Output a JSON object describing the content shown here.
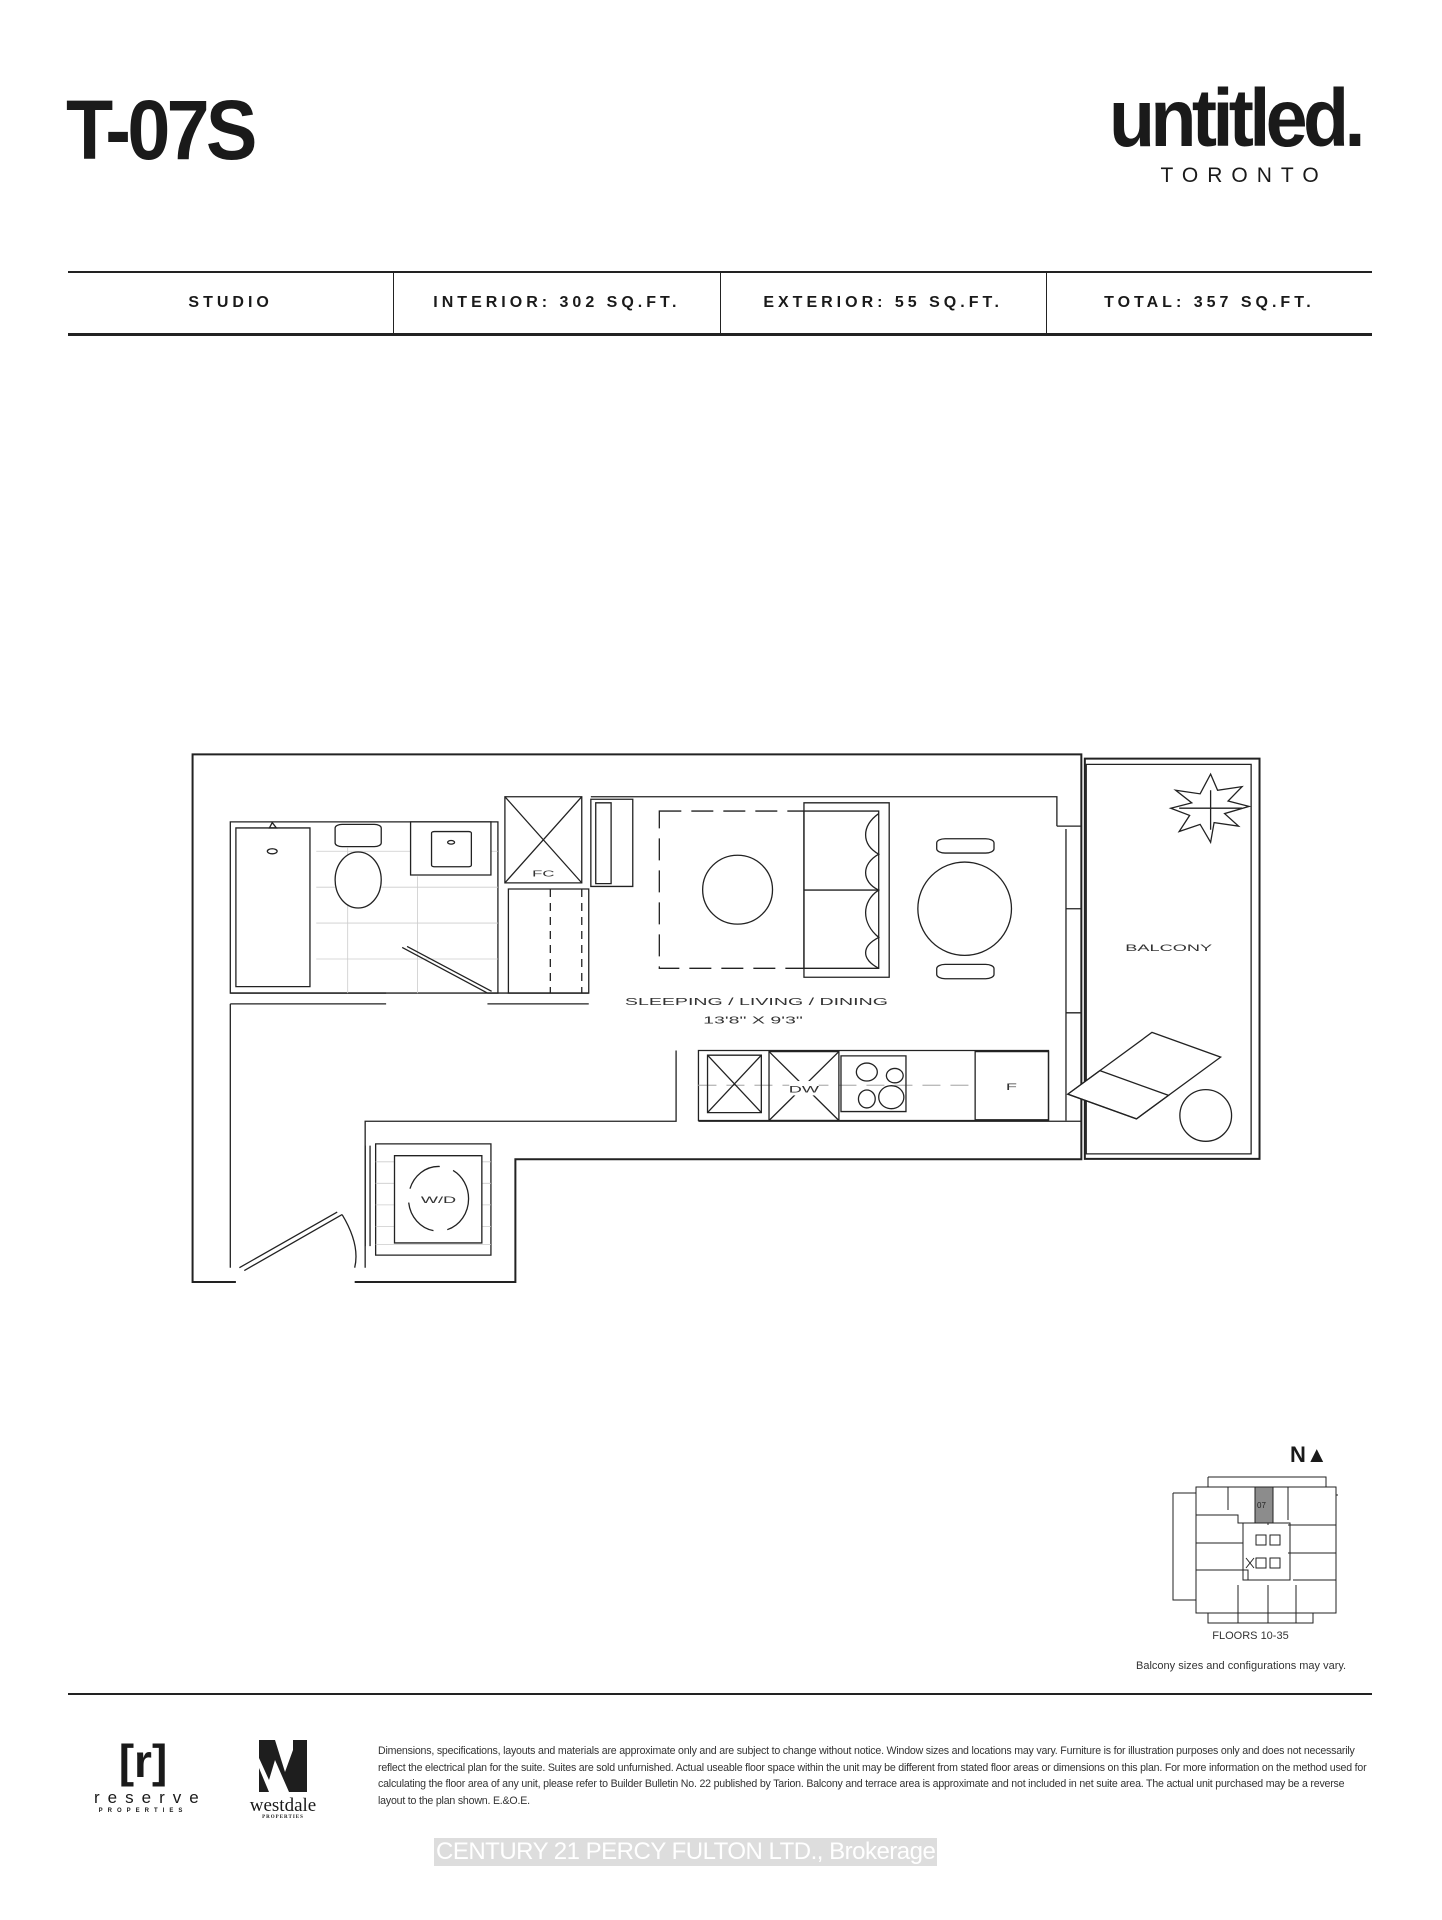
{
  "header": {
    "unit_title": "T-07S",
    "brand_name": "untitled.",
    "brand_city": "TORONTO"
  },
  "specs": [
    {
      "label": "STUDIO"
    },
    {
      "label": "INTERIOR: 302 SQ.FT."
    },
    {
      "label": "EXTERIOR: 55 SQ.FT."
    },
    {
      "label": "TOTAL: 357 SQ.FT."
    }
  ],
  "floorplan": {
    "room_name": "SLEEPING / LIVING / DINING",
    "room_dimensions": "13'8\" X 9'3\"",
    "balcony_label": "BALCONY",
    "closet_label": "FC",
    "dishwasher_label": "DW",
    "fridge_label": "F",
    "laundry_label": "W/D"
  },
  "keyplan": {
    "north_label": "N▲",
    "unit_number": "07",
    "floors_label": "FLOORS 10-35",
    "balcony_note": "Balcony sizes and configurations may vary.",
    "highlight_color": "#8c8c8c"
  },
  "footer": {
    "reserve_logo": {
      "mark": "[r]",
      "name": "reserve",
      "sub": "PROPERTIES"
    },
    "westdale_logo": {
      "name": "westdale",
      "sub": "PROPERTIES"
    },
    "disclaimer": "Dimensions, specifications, layouts and materials are approximate only and are subject to change without notice. Window sizes and locations may vary. Furniture is for illustration purposes only and does not necessarily reflect the electrical plan for the suite. Suites are sold unfurnished. Actual useable floor space within the unit may be different from stated floor areas or dimensions on this plan.  For more information on the method used for calculating the floor area of any unit, please refer to Builder Bulletin No. 22 published by Tarion. Balcony and terrace area is approximate and not included in net suite area. The actual unit purchased may be a reverse layout to the plan shown. E.&O.E.",
    "watermark": "CENTURY 21 PERCY FULTON LTD., Brokerage"
  }
}
